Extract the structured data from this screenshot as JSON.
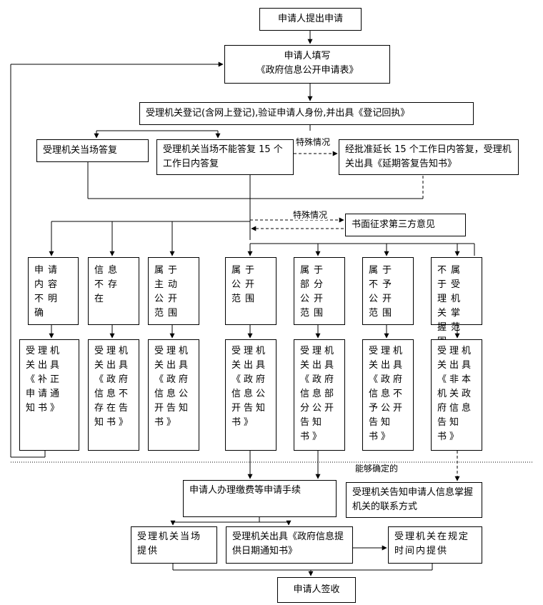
{
  "flow": {
    "start": "申请人提出申请",
    "fill_form": [
      "申请人填写",
      "《政府信息公开申请表》"
    ],
    "register": "受理机关登记(含网上登记),验证申请人身份,并出具《登记回执》",
    "reply_now": "受理机关当场答复",
    "reply_15": "受理机关当场不能答复 15 个工作日内答复",
    "special_1": "特殊情况",
    "extend": "经批准延长 15 个工作日内答复，受理机关出具《延期答复告知书》",
    "special_2": "特殊情况",
    "third_party": "书面征求第三方意见",
    "categories": [
      "申请内容不明确",
      "信息不存在",
      "属于主动公开范围",
      "属于公开范围",
      "属于部分公开范围",
      "属于不予公开范围",
      "不属于受理机关掌握范围"
    ],
    "notices": [
      "受理机关出具《补正申请通知书》",
      "受理机关出具《政府信息不存在告知书》",
      "受理机关出具《政府信息公开告知书》",
      "受理机关出具《政府信息公开告知书》",
      "受理机关出具《政府信息部分公开告知书》",
      "受理机关出具《政府信息不予公开告知书》",
      "受理机关出具《非本机关政府信息告知书》"
    ],
    "can_determine": "能够确定的",
    "pay_fees": "申请人办理缴费等申请手续",
    "inform_contact": "受理机关告知申请人信息掌握机关的联系方式",
    "provide_now": "受理机关当场提供",
    "date_notice": "受理机关出具《政府信息提供日期通知书》",
    "provide_later": "受理机关在规定时间内提供",
    "sign": "申请人签收"
  }
}
